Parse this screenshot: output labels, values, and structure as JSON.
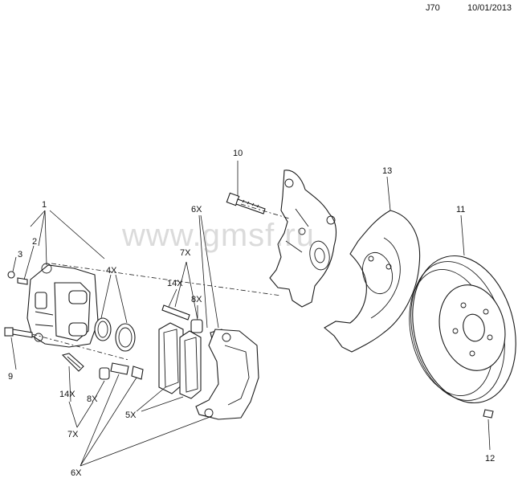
{
  "header": {
    "code": "J70",
    "date": "10/01/2013"
  },
  "watermark": "www.gmsf.ru",
  "callouts": {
    "c1": "1",
    "c2": "2",
    "c3": "3",
    "c4x": "4X",
    "c5x": "5X",
    "c6x_top": "6X",
    "c6x_bottom": "6X",
    "c7x_top": "7X",
    "c7x_bottom": "7X",
    "c8x_top": "8X",
    "c8x_bottom": "8X",
    "c9": "9",
    "c10": "10",
    "c11": "11",
    "c12": "12",
    "c13": "13",
    "c14x_top": "14X",
    "c14x_bottom": "14X"
  },
  "colors": {
    "line": "#1a1a1a",
    "watermark": "#9a9a9a",
    "background": "#ffffff"
  }
}
